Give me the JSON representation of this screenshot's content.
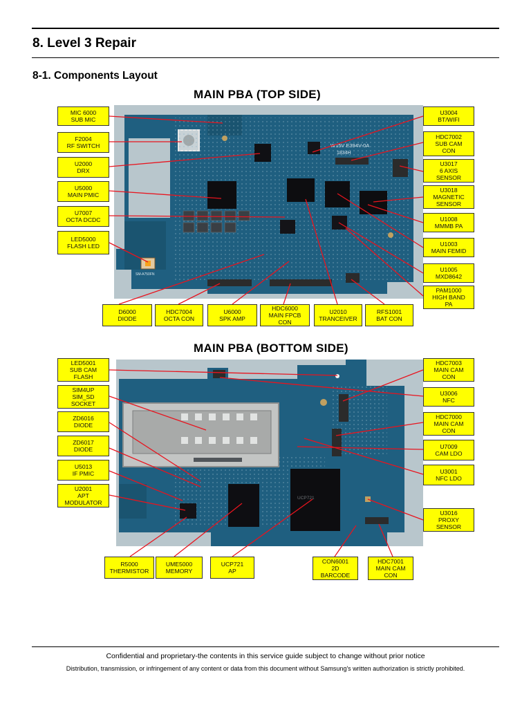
{
  "page": {
    "section_title": "8. Level 3 Repair",
    "subsection_title": "8-1. Components Layout"
  },
  "top_side": {
    "title": "MAIN PBA (TOP SIDE)",
    "labels": [
      {
        "id": "mic6000",
        "text": "MIC 6000\nSUB MIC"
      },
      {
        "id": "f2004",
        "text": "F2004\nRF SWITCH"
      },
      {
        "id": "u2000",
        "text": "U2000\nDRX"
      },
      {
        "id": "u5000",
        "text": "U5000\nMAIN PMIC"
      },
      {
        "id": "u7007",
        "text": "U7007\nOCTA DCDC"
      },
      {
        "id": "led5000",
        "text": "LED5000\nFLASH LED"
      },
      {
        "id": "u3004",
        "text": "U3004\nBT/WIFI"
      },
      {
        "id": "hdc7002",
        "text": "HDC7002\nSUB CAM\nCON"
      },
      {
        "id": "u3017",
        "text": "U3017\n6 AXIS\nSENSOR"
      },
      {
        "id": "u3018",
        "text": "U3018\nMAGNETIC\nSENSOR"
      },
      {
        "id": "u1008",
        "text": "U1008\nMMMB PA"
      },
      {
        "id": "u1003",
        "text": "U1003\nMAIN FEMID"
      },
      {
        "id": "u1005",
        "text": "U1005\nMXD8642"
      },
      {
        "id": "pam1000",
        "text": "PAM1000\nHIGH BAND\nPA"
      },
      {
        "id": "d6000",
        "text": "D6000\nDIODE"
      },
      {
        "id": "hdc7004",
        "text": "HDC7004\nOCTA CON"
      },
      {
        "id": "u6000",
        "text": "U6000\nSPK AMP"
      },
      {
        "id": "hdc6000",
        "text": "HDC6000\nMAIN FPCB\nCON"
      },
      {
        "id": "u2010",
        "text": "U2010\nTRANCEIVER"
      },
      {
        "id": "rfs1001",
        "text": "RFS1001\nBAT CON"
      }
    ]
  },
  "bottom_side": {
    "title": "MAIN PBA (BOTTOM SIDE)",
    "labels": [
      {
        "id": "led5001",
        "text": "LED5001\nSUB CAM\nFLASH"
      },
      {
        "id": "sim4up",
        "text": "SIM4UP\nSIM_SD\nSOCKET"
      },
      {
        "id": "zd6016",
        "text": "ZD6016\nDIODE"
      },
      {
        "id": "zd6017",
        "text": "ZD6017\nDIODE"
      },
      {
        "id": "u5013",
        "text": "U5013\nIF PMIC"
      },
      {
        "id": "u2001",
        "text": "U2001\nAPT\nMODULATOR"
      },
      {
        "id": "hdc7003",
        "text": "HDC7003\nMAIN CAM\nCON"
      },
      {
        "id": "u3006",
        "text": "U3006\nNFC"
      },
      {
        "id": "hdc7000",
        "text": "HDC7000\nMAIN CAM\nCON"
      },
      {
        "id": "u7009",
        "text": "U7009\nCAM LDO"
      },
      {
        "id": "u3001",
        "text": "U3001\nNFC LDO"
      },
      {
        "id": "u3016",
        "text": "U3016\nPROXY\nSENSOR"
      },
      {
        "id": "r5000",
        "text": "R5000\nTHERMISTOR"
      },
      {
        "id": "ume5000",
        "text": "UME5000\nMEMORY"
      },
      {
        "id": "ucp721",
        "text": "UCP721\nAP"
      },
      {
        "id": "con6001",
        "text": "CON6001\n2D\nBARCODE"
      },
      {
        "id": "hdc7001",
        "text": "HDC7001\nMAIN CAM\nCON"
      }
    ]
  },
  "board_marks": {
    "top_silk_1": "W15V E394V-0A",
    "top_silk_2": "1834H",
    "top_silk_3": "SM-A750FN",
    "bottom_silk": "UCP721"
  },
  "footer": {
    "line1": "Confidential and proprietary-the contents in this service guide subject to change without prior notice",
    "line2": "Distribution, transmission, or infringement of any content or data from this document without Samsung's written authorization is strictly prohibited."
  },
  "colors": {
    "board": "#1f5f80",
    "board_dark": "#173f57",
    "label_fill": "#ffff00",
    "leader_line": "#e8141e"
  }
}
